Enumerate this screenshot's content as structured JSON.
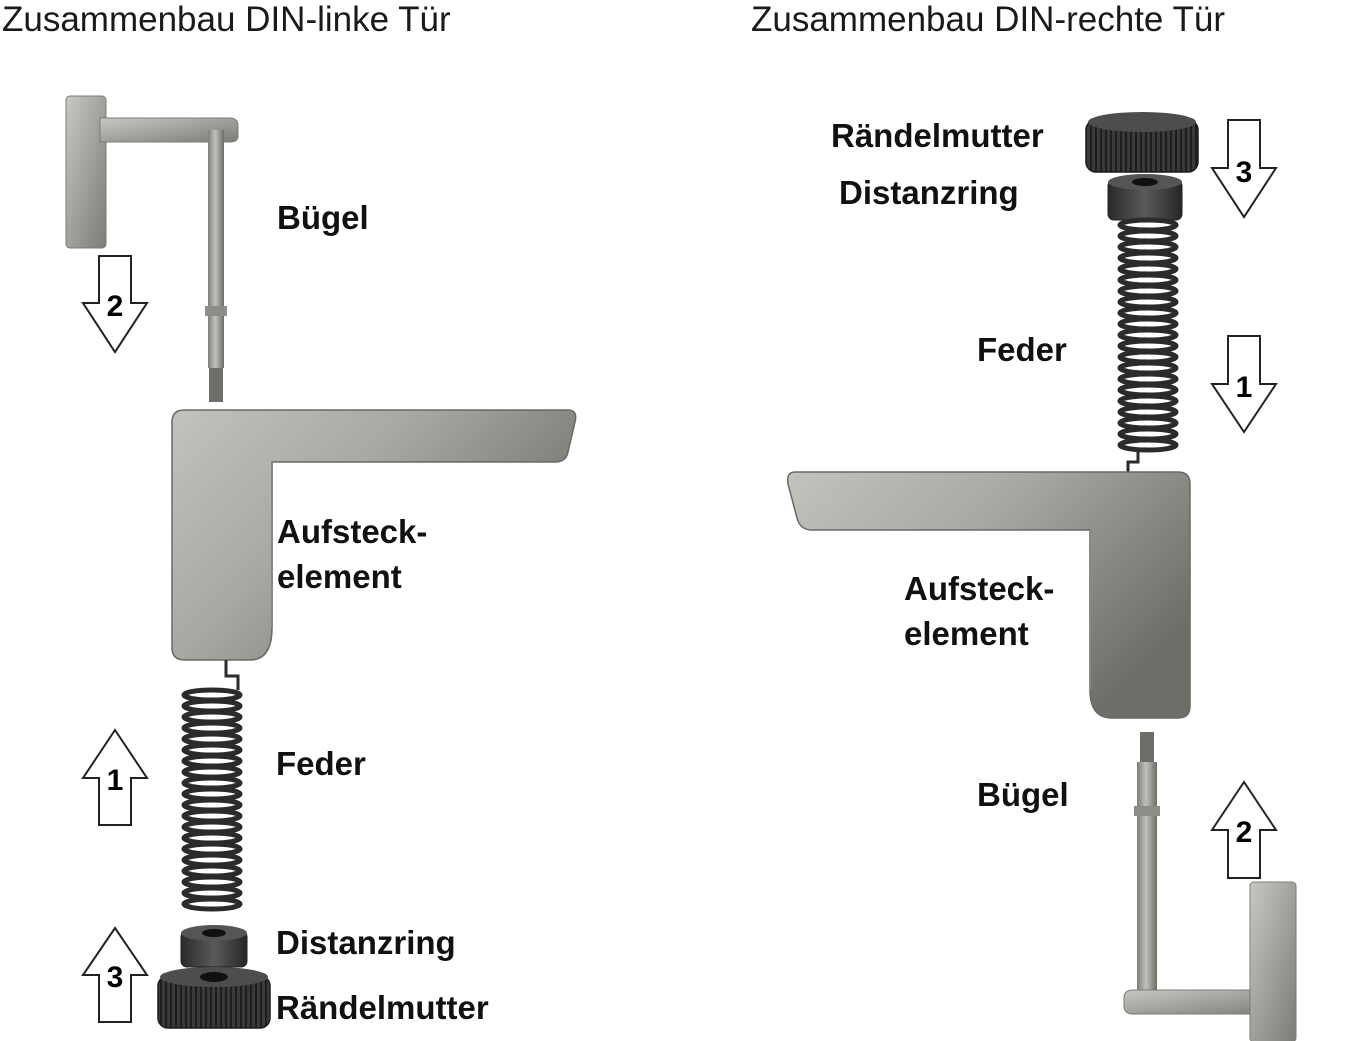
{
  "colors": {
    "background": "#ffffff",
    "metal_light": "#b4b2ac",
    "metal_dark": "#6d6b66",
    "spring": "#2b2b2b",
    "nut": "#3c3c3c",
    "arrow_outline": "#222222"
  },
  "left_assembly": {
    "title": "Zusammenbau DIN-linke Tür",
    "labels": {
      "buegel": "Bügel",
      "aufsteck_line1": "Aufsteck-",
      "aufsteck_line2": "element",
      "feder": "Feder",
      "distanzring": "Distanzring",
      "raendelmutter": "Rändelmutter"
    },
    "steps": [
      {
        "number": "2",
        "direction": "down"
      },
      {
        "number": "1",
        "direction": "up"
      },
      {
        "number": "3",
        "direction": "up"
      }
    ]
  },
  "right_assembly": {
    "title": "Zusammenbau DIN-rechte Tür",
    "labels": {
      "raendelmutter": "Rändelmutter",
      "distanzring": "Distanzring",
      "feder": "Feder",
      "aufsteck_line1": "Aufsteck-",
      "aufsteck_line2": "element",
      "buegel": "Bügel"
    },
    "steps": [
      {
        "number": "3",
        "direction": "down"
      },
      {
        "number": "1",
        "direction": "down"
      },
      {
        "number": "2",
        "direction": "up"
      }
    ]
  }
}
